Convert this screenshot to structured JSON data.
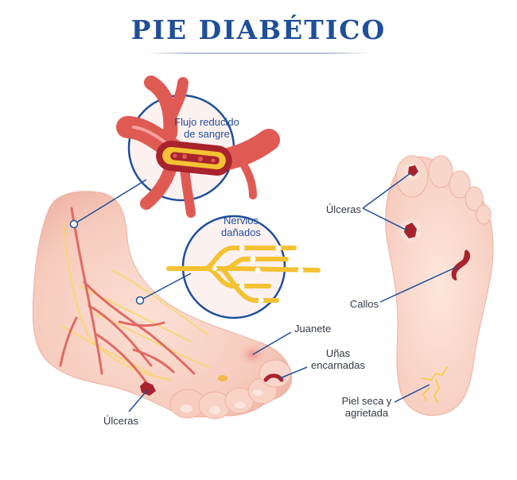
{
  "title": "PIE DIABÉTICO",
  "callouts": {
    "blood_flow": "Flujo reducido de sangre",
    "nerves": "Nervios dañados",
    "ulcers_left": "Úlceras",
    "bunion": "Juanete",
    "ingrown_nails": "Uñas encarnadas",
    "ulcers_right": "Úlceras",
    "calluses": "Callos",
    "dry_skin": "Piel seca y agrietada"
  },
  "colors": {
    "title": "#1f4f9a",
    "callout_line": "#1f4f9a",
    "skin": "#f7cfc2",
    "skin_shadow": "#efb6a6",
    "vessel": "#e05a54",
    "vessel_dark": "#a8232c",
    "nerve": "#f4c232",
    "lesion": "#8e1a28"
  }
}
